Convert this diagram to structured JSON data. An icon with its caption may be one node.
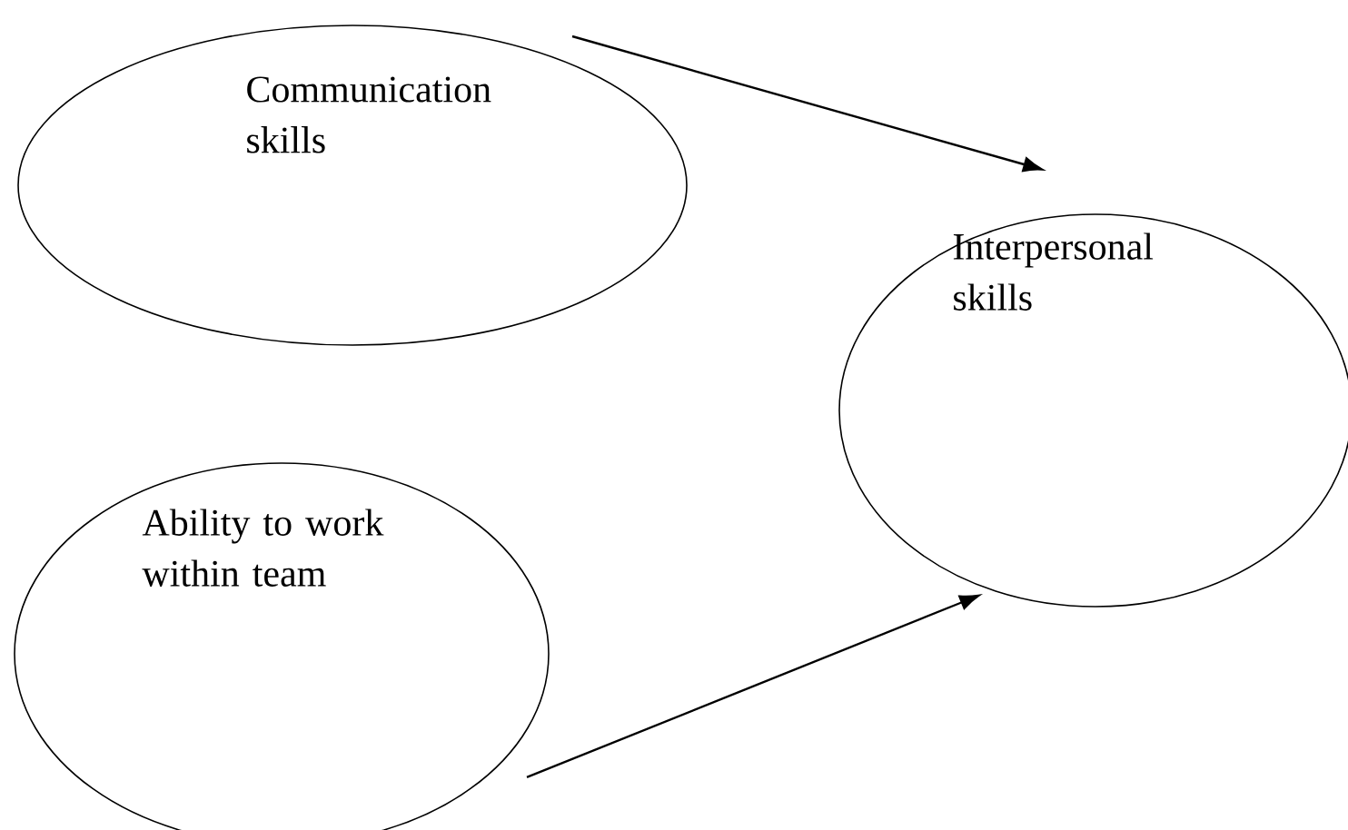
{
  "diagram": {
    "nodes": [
      {
        "text": [
          "Communication skills"
        ]
      },
      {
        "text": [
          "Interpersonal skills"
        ]
      },
      {
        "text": [
          "Ability to work within team"
        ]
      }
    ],
    "edges": [
      {
        "from": 0,
        "to": 1,
        "arrow": "to"
      },
      {
        "from": 2,
        "to": 1,
        "arrow": "to"
      }
    ]
  }
}
